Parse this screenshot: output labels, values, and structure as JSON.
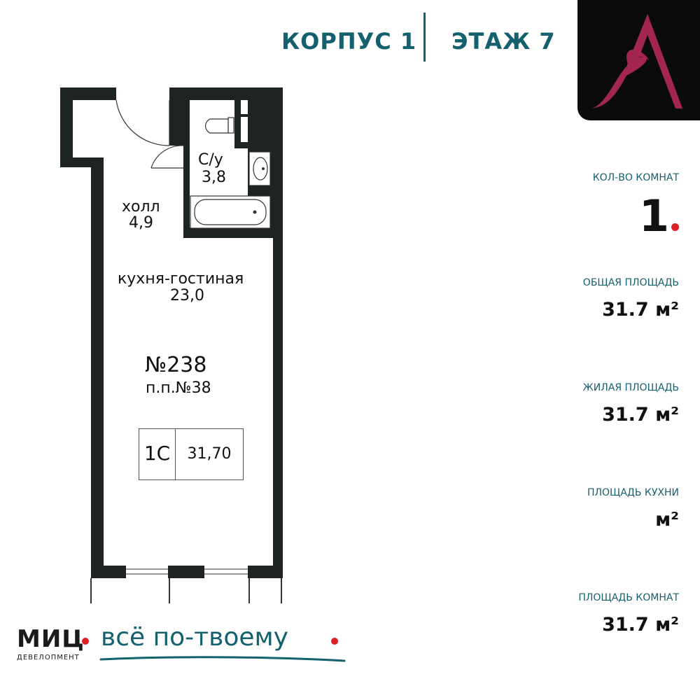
{
  "header": {
    "building": "КОРПУС 1",
    "floor": "ЭТАЖ 7"
  },
  "specs": {
    "rooms_label": "КОЛ-ВО КОМНАТ",
    "rooms_value": "1",
    "total_area_label": "ОБЩАЯ ПЛОЩАДЬ",
    "total_area_value": "31.7 м²",
    "living_area_label": "ЖИЛАЯ ПЛОЩАДЬ",
    "living_area_value": "31.7 м²",
    "kitchen_area_label": "ПЛОЩАДЬ КУХНИ",
    "kitchen_area_value": "м²",
    "room_area_label": "ПЛОЩАДЬ КОМНАТ",
    "room_area_value": "31.7 м²"
  },
  "plan": {
    "bathroom_name": "С/у",
    "bathroom_area": "3,8",
    "hall_name": "холл",
    "hall_area": "4,9",
    "kitchen_living_name": "кухня-гостиная",
    "kitchen_living_area": "23,0",
    "apartment_number": "№238",
    "apartment_pp_number": "п.п.№38",
    "apartment_type": "1С",
    "apartment_area": "31,70"
  },
  "brand": {
    "name": "МИЦ",
    "subtitle": "ДЕВЕЛОПМЕНТ",
    "slogan": "всё по-твоему"
  },
  "colors": {
    "accent_teal": "#15606f",
    "accent_red": "#e11f26",
    "logo_letter": "#a3264e",
    "logo_bg": "#0b0b0b",
    "wall": "#1d2422"
  },
  "icons": {
    "logo": "letter-a-logo",
    "toilet": "toilet-icon",
    "sink": "sink-icon",
    "bathtub": "bathtub-icon"
  }
}
